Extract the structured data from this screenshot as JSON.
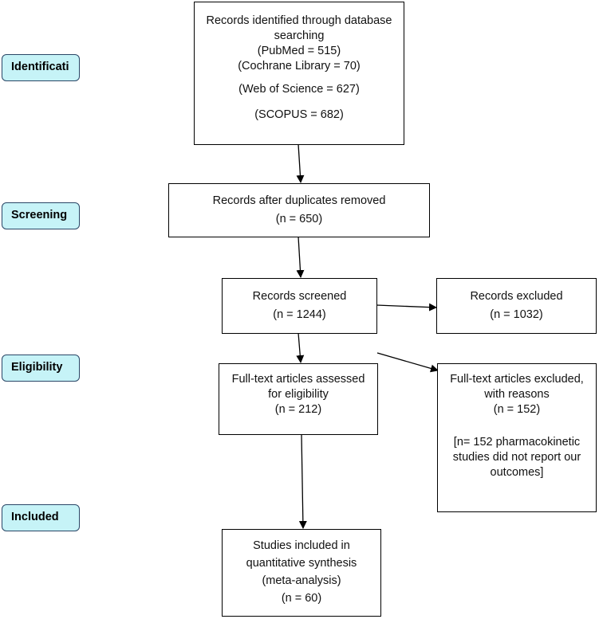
{
  "stages": {
    "identification": "Identificati",
    "screening": "Screening",
    "eligibility": "Eligibility",
    "included": "Included"
  },
  "boxes": {
    "identified": {
      "lines": [
        "Records identified through database",
        "searching",
        "(PubMed = 515)",
        "(Cochrane Library = 70)",
        "(Web of Science = 627)",
        "(SCOPUS = 682)"
      ]
    },
    "after_duplicates": {
      "lines": [
        "Records after duplicates removed",
        "(n = 650)"
      ]
    },
    "screened": {
      "lines": [
        "Records screened",
        "(n = 1244)"
      ]
    },
    "excluded": {
      "lines": [
        "Records excluded",
        "(n = 1032)"
      ]
    },
    "fulltext_assessed": {
      "lines": [
        "Full-text articles assessed",
        "for eligibility",
        "(n = 212)"
      ]
    },
    "fulltext_excluded": {
      "lines": [
        "Full-text articles excluded,",
        "with reasons",
        "(n = 152)",
        "[n= 152 pharmacokinetic",
        "studies did not report our",
        "outcomes]"
      ]
    },
    "included": {
      "lines": [
        "Studies included in",
        "quantitative synthesis",
        "(meta-analysis)",
        "(n = 60)"
      ]
    }
  },
  "colors": {
    "stage_fill": "#c6f3f7",
    "stage_border": "#2a4666",
    "box_border": "#000000"
  }
}
